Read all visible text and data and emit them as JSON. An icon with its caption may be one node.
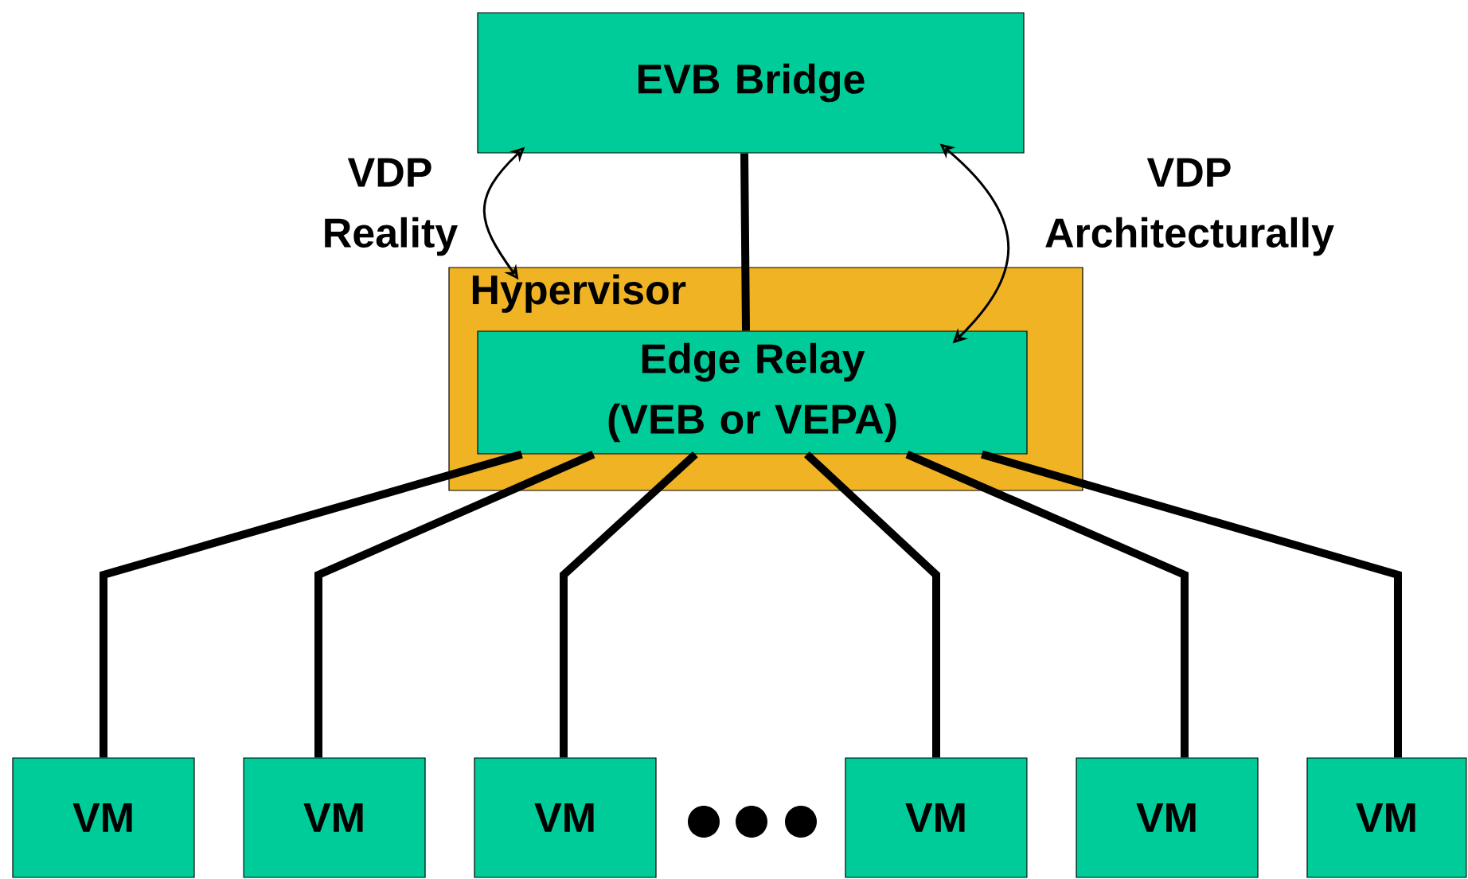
{
  "diagram": {
    "nodes": [
      {
        "text": [
          "EVB Bridge"
        ]
      },
      {
        "text": [
          "Hypervisor"
        ]
      },
      {
        "text": [
          "Edge Relay (VEB or VEPA)"
        ],
        "in": 1
      },
      {
        "text": [
          "VM"
        ]
      },
      {
        "text": [
          "VM"
        ]
      },
      {
        "text": [
          "VM"
        ]
      },
      {
        "text": [
          "VM"
        ]
      },
      {
        "text": [
          "VM"
        ]
      },
      {
        "text": [
          "VM"
        ]
      }
    ],
    "edges": [
      {
        "from": 0,
        "to": 2,
        "arrow": "none"
      },
      {
        "from": 0,
        "to": 1,
        "arrow": "both",
        "label": "VDP Reality"
      },
      {
        "from": 0,
        "to": 2,
        "arrow": "both",
        "label": "VDP Architecturally"
      },
      {
        "from": 2,
        "to": 3,
        "arrow": "none"
      },
      {
        "from": 2,
        "to": 4,
        "arrow": "none"
      },
      {
        "from": 2,
        "to": 5,
        "arrow": "none"
      },
      {
        "from": 2,
        "to": 6,
        "arrow": "none"
      },
      {
        "from": 2,
        "to": 7,
        "arrow": "none"
      },
      {
        "from": 2,
        "to": 8,
        "arrow": "none"
      }
    ]
  }
}
